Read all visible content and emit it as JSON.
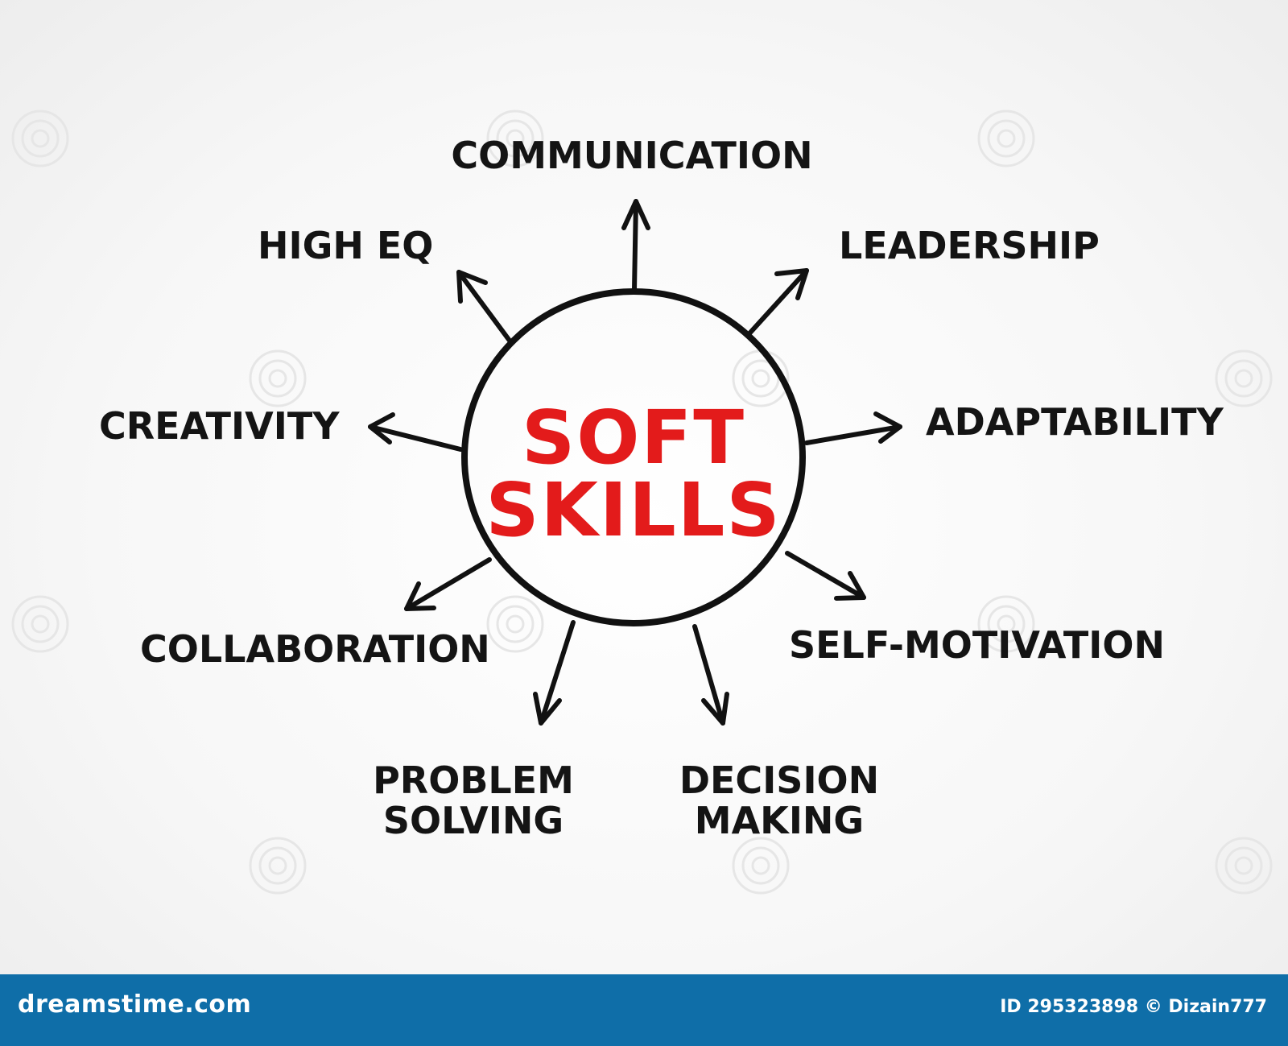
{
  "center": {
    "line1": "SOFT",
    "line2": "SKILLS"
  },
  "nodes": {
    "communication": "COMMUNICATION",
    "leadership": "LEADERSHIP",
    "high_eq": "HIGH EQ",
    "creativity": "CREATIVITY",
    "adaptability": "ADAPTABILITY",
    "collaboration": "COLLABORATION",
    "self_motivation": "SELF-MOTIVATION",
    "problem_solving_1": "PROBLEM",
    "problem_solving_2": "SOLVING",
    "decision_making_1": "DECISION",
    "decision_making_2": "MAKING"
  },
  "footer": {
    "brand": "dreamstime.com",
    "credit": "ID 295323898 © Dizain777"
  },
  "colors": {
    "accent": "#e31b1b",
    "ink": "#141414",
    "footer_bg": "#0f6ea8"
  }
}
